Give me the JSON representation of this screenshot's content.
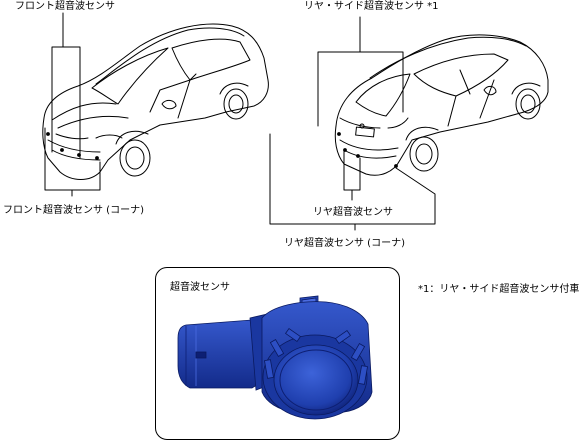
{
  "labels": {
    "front_sensor": "フロント超音波センサ",
    "front_corner_sensor": "フロント超音波センサ (コーナ)",
    "rear_side_sensor": "リヤ・サイド超音波センサ *1",
    "rear_sensor": "リヤ超音波センサ",
    "rear_corner_sensor": "リヤ超音波センサ (コーナ)",
    "sensor_detail_title": "超音波センサ",
    "footnote": "*1：リヤ・サイド超音波センサ付車"
  },
  "colors": {
    "line": "#000000",
    "sensor_body": "#1f3fae",
    "sensor_dark": "#0d1f73",
    "sensor_light": "#3d63d9"
  }
}
